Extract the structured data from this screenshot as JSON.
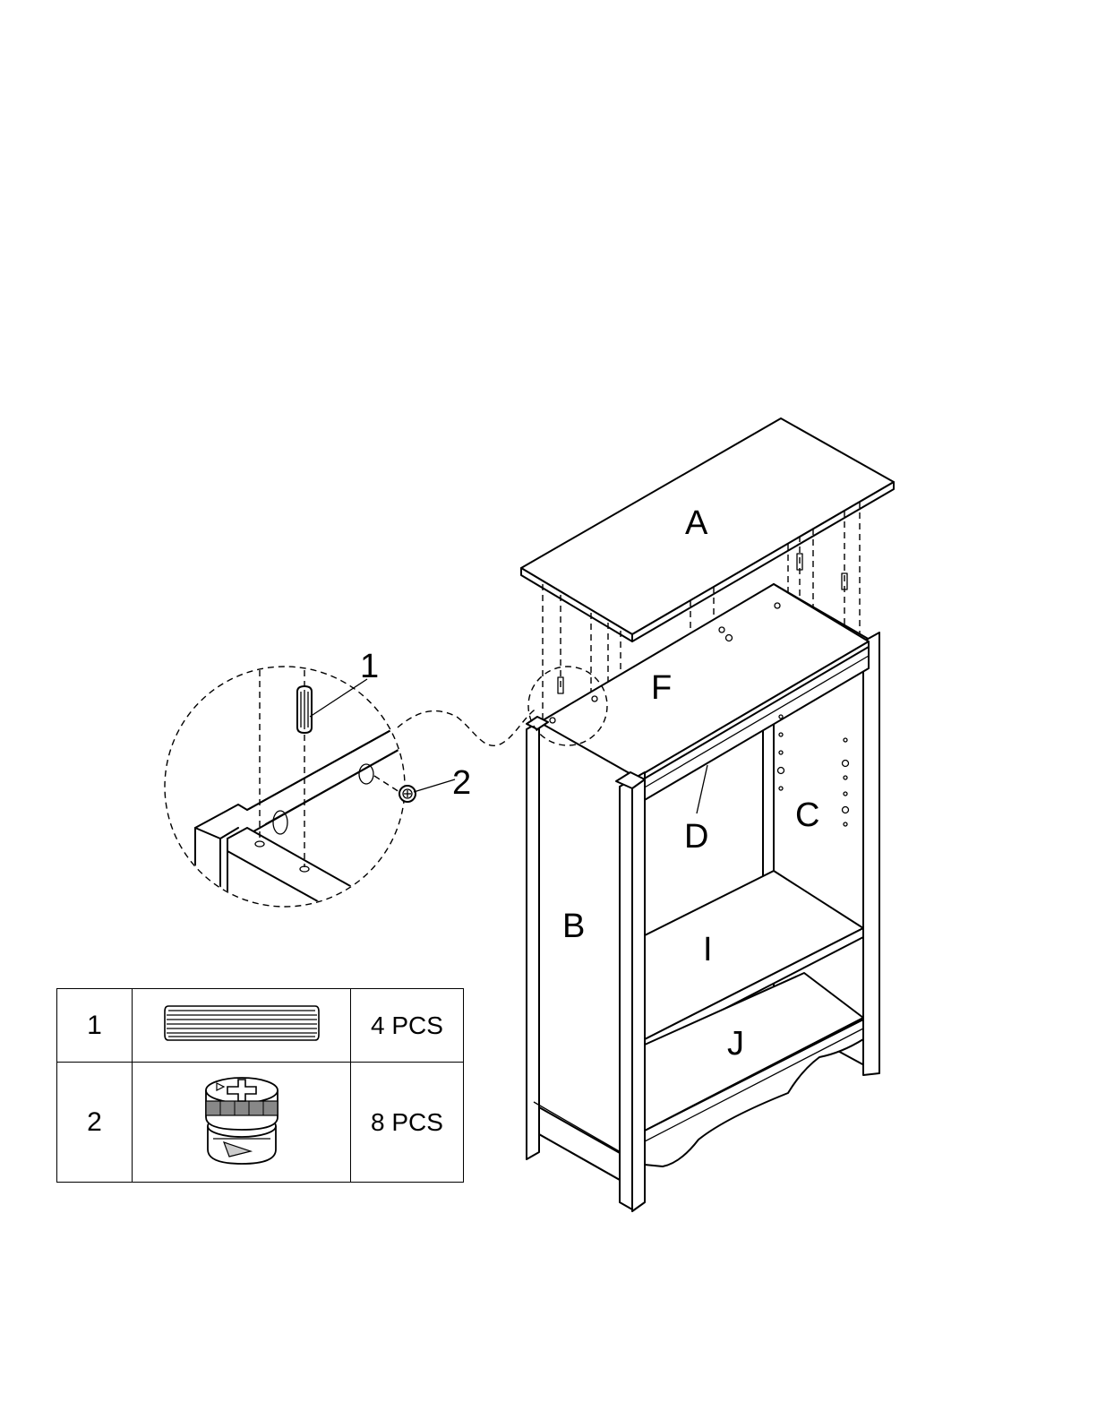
{
  "panels": {
    "a": "A",
    "b": "B",
    "c": "C",
    "d": "D",
    "f": "F",
    "i": "I",
    "j": "J"
  },
  "callouts": {
    "dowel": "1",
    "cam_lock": "2"
  },
  "parts": [
    {
      "number": "1",
      "icon": "wooden-dowel-icon",
      "quantity": "4 PCS"
    },
    {
      "number": "2",
      "icon": "cam-lock-icon",
      "quantity": "8 PCS"
    }
  ]
}
